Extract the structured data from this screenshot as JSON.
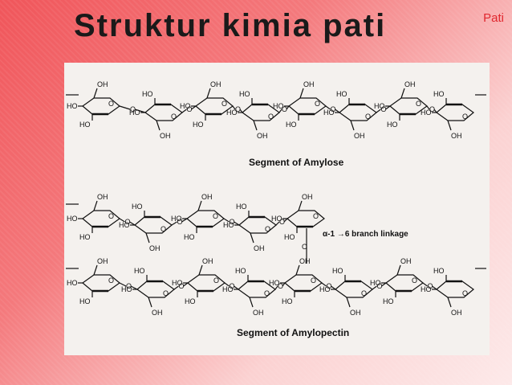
{
  "slide": {
    "title": "Struktur kimia pati",
    "tag": "Pati"
  },
  "diagram": {
    "amylose_caption": "Segment of Amylose",
    "branch_label": "α-1 →6 branch linkage",
    "amylopectin_caption": "Segment of Amylopectin",
    "atom_labels": {
      "oh": "OH",
      "ho": "HO",
      "o": "O"
    }
  }
}
